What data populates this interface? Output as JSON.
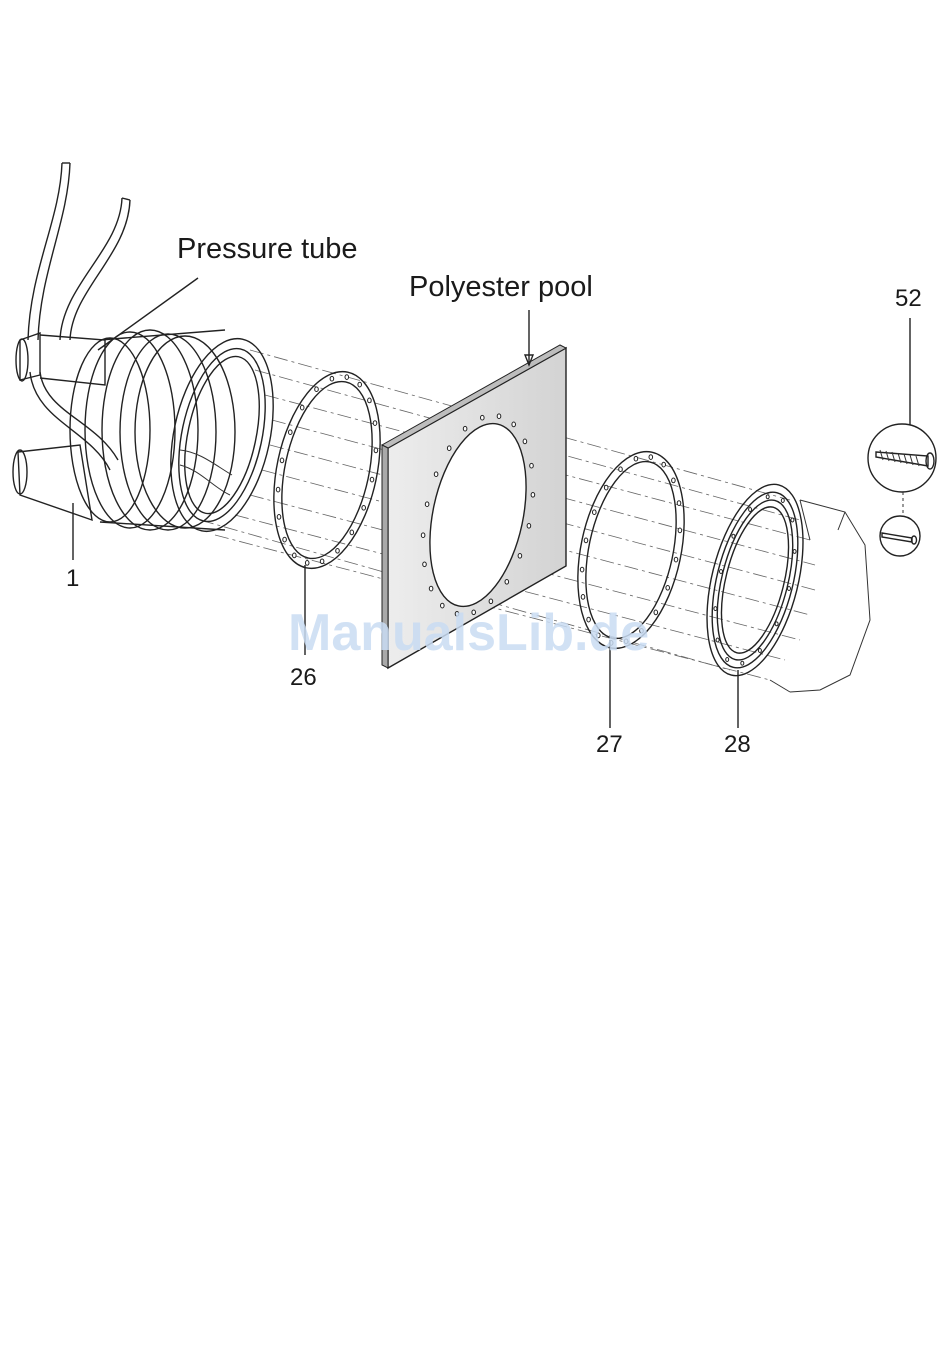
{
  "labels": {
    "pressure_tube": "Pressure tube",
    "polyester_pool": "Polyester pool",
    "part_1": "1",
    "part_26": "26",
    "part_27": "27",
    "part_28": "28",
    "part_52": "52"
  },
  "watermark": "ManualsLib.de",
  "colors": {
    "panel_fill": "#dcdcdc",
    "line": "#222222",
    "watermark": "#c9dcf3"
  }
}
